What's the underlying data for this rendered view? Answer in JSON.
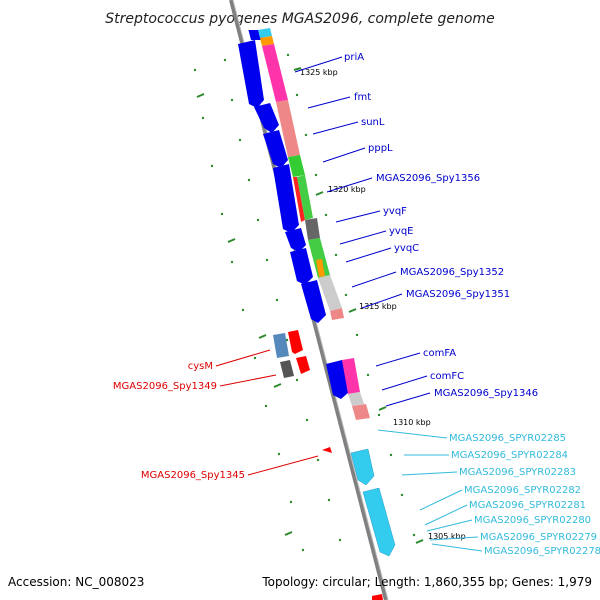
{
  "title": "Streptococcus pyogenes MGAS2096, complete genome",
  "footer": {
    "accession": "Accession: NC_008023",
    "summary": "Topology: circular; Length: 1,860,355 bp; Genes: 1,979"
  },
  "colors": {
    "backbone": "#888888",
    "cds_forward": "#0000ee",
    "rrna_trna": "#33ccee",
    "reverse_strand": "#ff0000",
    "tick": "#2a8a2a",
    "label_blue": "#0000cc",
    "label_cyan": "#33bbdd",
    "label_red": "#dd0000"
  },
  "kbp_ticks": [
    "1325 kbp",
    "1320 kbp",
    "1315 kbp",
    "1310 kbp",
    "1305 kbp"
  ],
  "labels_forward": [
    "priA",
    "fmt",
    "sunL",
    "pppL",
    "MGAS2096_Spy1356",
    "yvqF",
    "yvqE",
    "yvqC",
    "MGAS2096_Spy1352",
    "MGAS2096_Spy1351",
    "comFA",
    "comFC",
    "MGAS2096_Spy1346"
  ],
  "labels_rna": [
    "MGAS2096_SPYR02285",
    "MGAS2096_SPYR02284",
    "MGAS2096_SPYR02283",
    "MGAS2096_SPYR02282",
    "MGAS2096_SPYR02281",
    "MGAS2096_SPYR02280",
    "MGAS2096_SPYR02279",
    "MGAS2096_SPYR02278"
  ],
  "labels_reverse": [
    "cysM",
    "MGAS2096_Spy1349",
    "MGAS2096_Spy1345"
  ]
}
